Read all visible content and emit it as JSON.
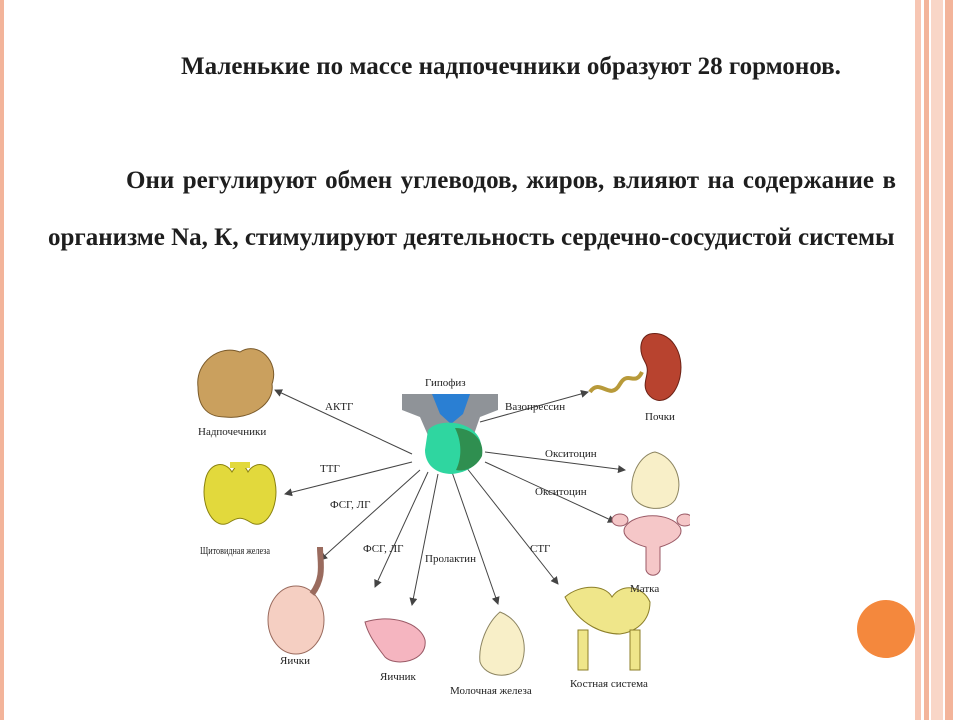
{
  "text": {
    "paragraph1": "Маленькие по массе надпочечники образуют 28 гормонов.",
    "paragraph2": "Они регулируют обмен углеводов, жиров, влияют на содержание в организме Na, К, стимулируют деятельность сердечно-сосудистой системы"
  },
  "diagram": {
    "center_label": "Гипофиз",
    "organs": {
      "adrenal": "Надпочечники",
      "thyroid": "Щитовидная железа",
      "testes": "Яички",
      "ovary": "Яичник",
      "mammary": "Молочная железа",
      "bones": "Костная система",
      "uterus": "Матка",
      "kidneys": "Почки"
    },
    "hormones": {
      "actg": "АКТГ",
      "ttg": "ТТГ",
      "fsg1": "ФСГ, ЛГ",
      "fsg2": "ФСГ, ЛГ",
      "prolactin": "Пролактин",
      "stg": "СТГ",
      "vasopressin": "Вазопрессин",
      "oxytocin1": "Окситоцин",
      "oxytocin2": "Окситоцин"
    }
  },
  "colors": {
    "frame_pink": "#f3b49a",
    "accent_orange": "#f4883d",
    "text": "#1e1e1e"
  }
}
